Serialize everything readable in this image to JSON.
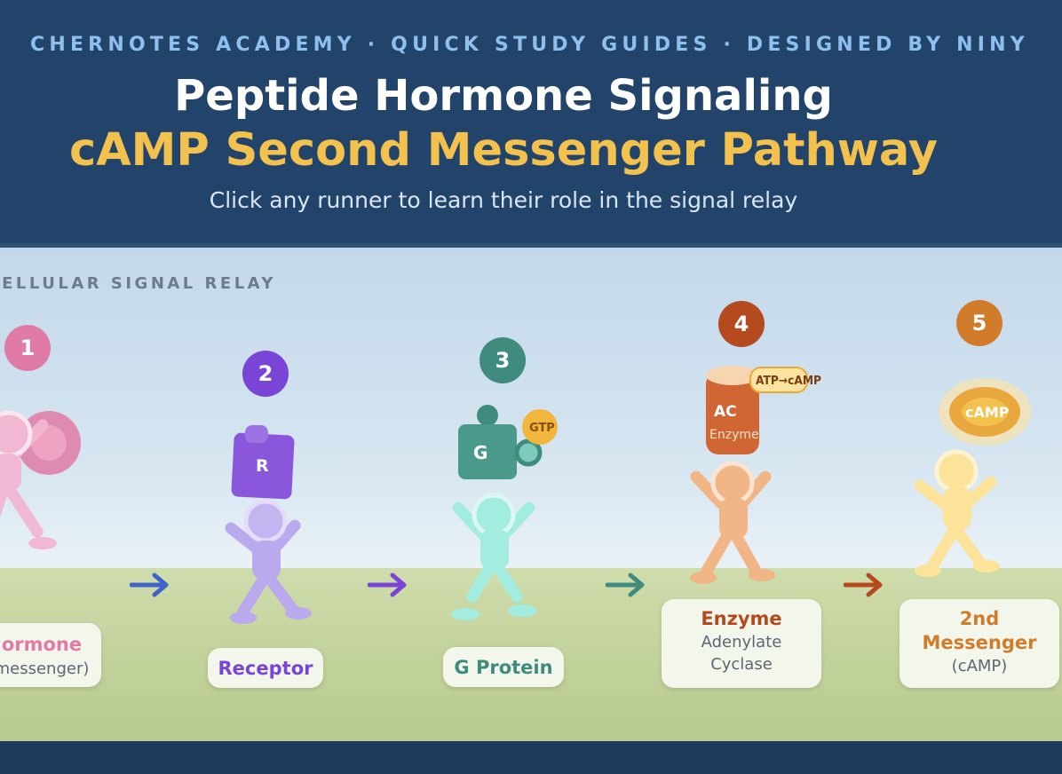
{
  "header": {
    "kicker": "CHERNOTES ACADEMY · QUICK STUDY GUIDES · DESIGNED BY NINY",
    "title": "Peptide Hormone Signaling",
    "subtitle_title": "cAMP Second Messenger Pathway",
    "instruction": "Click any runner to learn their role in the signal relay"
  },
  "scene": {
    "label": "ACELLULAR SIGNAL RELAY",
    "runners": [
      {
        "number": "1",
        "title": "ormone",
        "sub": "messenger)",
        "color": "#e07aa6"
      },
      {
        "number": "2",
        "title": "Receptor",
        "sub": "",
        "badge": "R",
        "color": "#7a45d6"
      },
      {
        "number": "3",
        "title": "G Protein",
        "sub": "",
        "badge": "G",
        "tag": "GTP",
        "color": "#3f8c7f"
      },
      {
        "number": "4",
        "title": "Enzyme",
        "sub1": "Adenylate",
        "sub2": "Cyclase",
        "badge": "AC",
        "badge_sub": "Enzyme",
        "tag": "ATP→cAMP",
        "color": "#b54a1f"
      },
      {
        "number": "5",
        "title": "2nd",
        "title2": "Messenger",
        "sub": "(cAMP)",
        "badge": "cAMP",
        "color": "#d17c2a"
      }
    ]
  }
}
